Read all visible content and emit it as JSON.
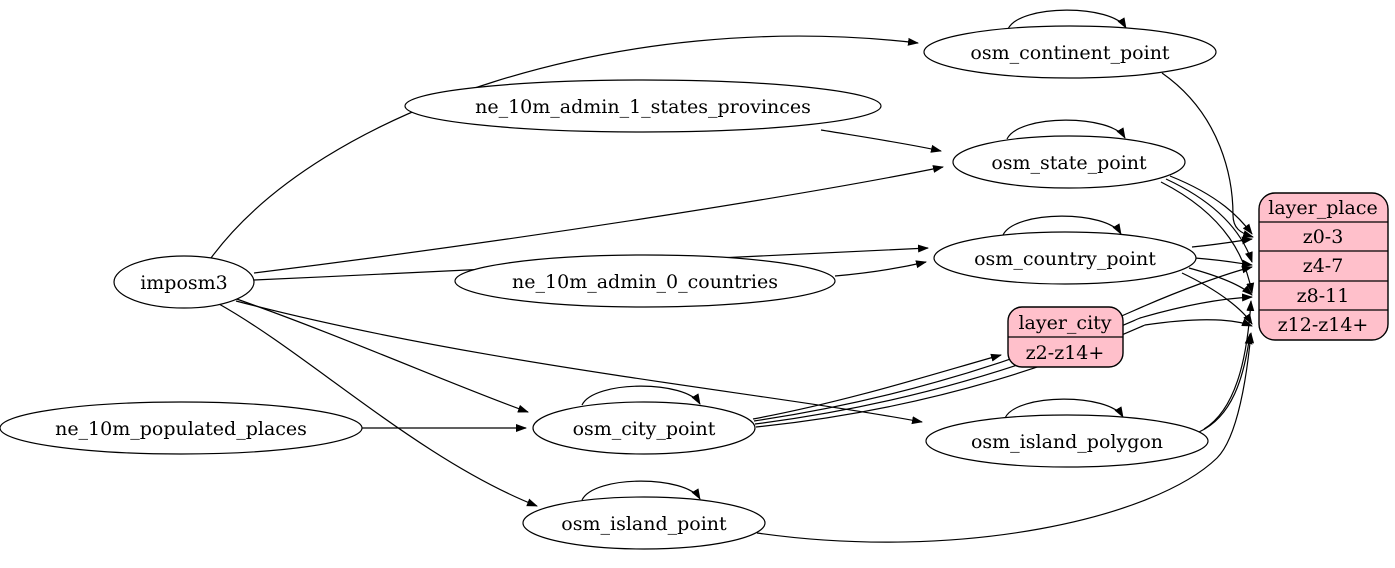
{
  "diagram": {
    "colors": {
      "background": "#ffffff",
      "node_fill": "#ffffff",
      "record_fill": "#ffc0cb",
      "stroke": "#000000"
    },
    "nodes": {
      "imposm3": {
        "label": "imposm3",
        "shape": "ellipse"
      },
      "ne_10m_admin_1_states_provinces": {
        "label": "ne_10m_admin_1_states_provinces",
        "shape": "ellipse"
      },
      "ne_10m_admin_0_countries": {
        "label": "ne_10m_admin_0_countries",
        "shape": "ellipse"
      },
      "ne_10m_populated_places": {
        "label": "ne_10m_populated_places",
        "shape": "ellipse"
      },
      "osm_continent_point": {
        "label": "osm_continent_point",
        "shape": "ellipse"
      },
      "osm_state_point": {
        "label": "osm_state_point",
        "shape": "ellipse"
      },
      "osm_country_point": {
        "label": "osm_country_point",
        "shape": "ellipse"
      },
      "osm_city_point": {
        "label": "osm_city_point",
        "shape": "ellipse"
      },
      "osm_island_polygon": {
        "label": "osm_island_polygon",
        "shape": "ellipse"
      },
      "osm_island_point": {
        "label": "osm_island_point",
        "shape": "ellipse"
      },
      "layer_city": {
        "label": "layer_city",
        "rows": [
          "z2-z14+"
        ],
        "shape": "record",
        "fill": "#ffc0cb"
      },
      "layer_place": {
        "label": "layer_place",
        "rows": [
          "z0-3",
          "z4-7",
          "z8-11",
          "z12-z14+"
        ],
        "shape": "record",
        "fill": "#ffc0cb"
      }
    },
    "edges": [
      {
        "from": "imposm3",
        "to": "osm_continent_point"
      },
      {
        "from": "imposm3",
        "to": "osm_state_point"
      },
      {
        "from": "imposm3",
        "to": "osm_country_point"
      },
      {
        "from": "imposm3",
        "to": "osm_city_point"
      },
      {
        "from": "imposm3",
        "to": "osm_island_polygon"
      },
      {
        "from": "imposm3",
        "to": "osm_island_point"
      },
      {
        "from": "ne_10m_admin_1_states_provinces",
        "to": "osm_state_point"
      },
      {
        "from": "ne_10m_admin_0_countries",
        "to": "osm_country_point"
      },
      {
        "from": "ne_10m_populated_places",
        "to": "osm_city_point"
      },
      {
        "from": "osm_continent_point",
        "to": "osm_continent_point"
      },
      {
        "from": "osm_state_point",
        "to": "osm_state_point"
      },
      {
        "from": "osm_country_point",
        "to": "osm_country_point"
      },
      {
        "from": "osm_city_point",
        "to": "osm_city_point"
      },
      {
        "from": "osm_island_polygon",
        "to": "osm_island_polygon"
      },
      {
        "from": "osm_island_point",
        "to": "osm_island_point"
      },
      {
        "from": "osm_continent_point",
        "to": "layer_place",
        "to_row": "z0-3"
      },
      {
        "from": "osm_state_point",
        "to": "layer_place",
        "to_row": "z0-3"
      },
      {
        "from": "osm_state_point",
        "to": "layer_place",
        "to_row": "z4-7"
      },
      {
        "from": "osm_state_point",
        "to": "layer_place",
        "to_row": "z8-11"
      },
      {
        "from": "osm_country_point",
        "to": "layer_place",
        "to_row": "z0-3"
      },
      {
        "from": "osm_country_point",
        "to": "layer_place",
        "to_row": "z4-7"
      },
      {
        "from": "osm_country_point",
        "to": "layer_place",
        "to_row": "z8-11"
      },
      {
        "from": "osm_country_point",
        "to": "layer_place",
        "to_row": "z12-z14+"
      },
      {
        "from": "osm_city_point",
        "to": "layer_city",
        "to_row": "z2-z14+"
      },
      {
        "from": "osm_city_point",
        "to": "layer_place",
        "to_row": "z4-7"
      },
      {
        "from": "osm_city_point",
        "to": "layer_place",
        "to_row": "z8-11"
      },
      {
        "from": "osm_city_point",
        "to": "layer_place",
        "to_row": "z12-z14+"
      },
      {
        "from": "osm_island_polygon",
        "to": "layer_place",
        "to_row": "z8-11"
      },
      {
        "from": "osm_island_polygon",
        "to": "layer_place",
        "to_row": "z12-z14+"
      },
      {
        "from": "osm_island_point",
        "to": "layer_place",
        "to_row": "z12-z14+"
      }
    ]
  }
}
